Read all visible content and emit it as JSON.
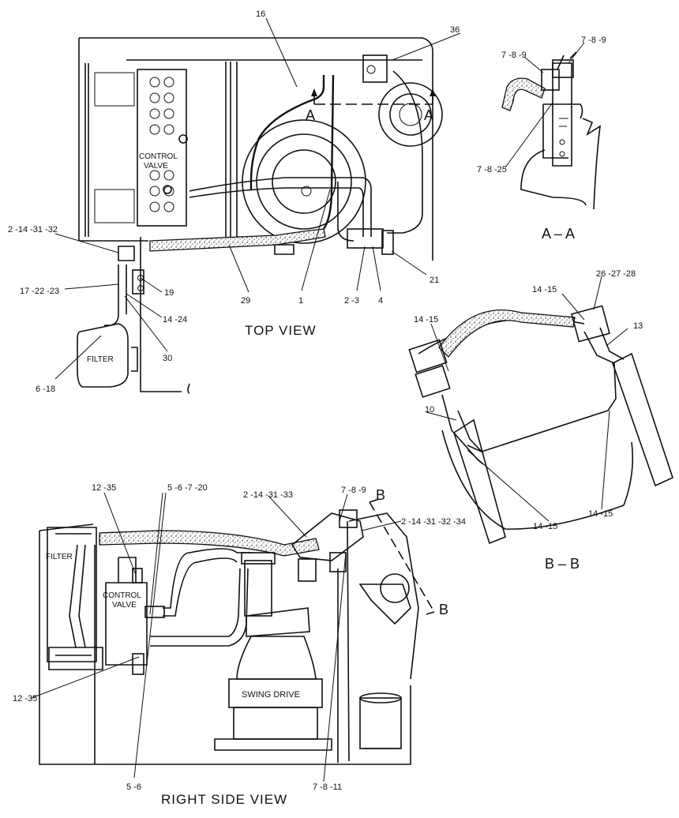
{
  "views": {
    "top": "TOP VIEW",
    "right_side": "RIGHT SIDE VIEW",
    "section_aa": "A – A",
    "section_bb": "B – B"
  },
  "section_markers": {
    "a": "A",
    "b": "B"
  },
  "components": {
    "control_valve_top_1": "CONTROL",
    "control_valve_top_2": "VALVE",
    "filter_top": "FILTER",
    "filter_side": "FILTER",
    "control_valve_side_1": "CONTROL",
    "control_valve_side_2": "VALVE",
    "swing_drive": "SWING DRIVE"
  },
  "callouts": {
    "c16": "16",
    "c36": "36",
    "c2_14_31_32_top": "2 -14 -31 -32",
    "c17_22_23": "17 -22 -23",
    "c19": "19",
    "c14_24": "14 -24",
    "c30": "30",
    "c6_18": "6 -18",
    "c29": "29",
    "c1": "1",
    "c2_3": "2 -3",
    "c4": "4",
    "c21": "21",
    "c7_8_9_a": "7 -8 -9",
    "c7_8_9_b": "7 -8 -9",
    "c7_8_25": "7 -8 -25",
    "c26_27_28": "26 -27 -28",
    "c14_15_a": "14 -15",
    "c14_15_b": "14 -15",
    "c13": "13",
    "c10": "10",
    "c14_15_c": "14 -15",
    "c14_15_d": "14 -15",
    "c12_35_top": "12 -35",
    "c5_6_7_20": "5 -6 -7 -20",
    "c2_14_31_33": "2 -14 -31 -33",
    "c7_8_9_side": "7 -8 -9",
    "c2_14_31_32_34": "2 -14 -31 -32 -34",
    "c12_35_bottom": "12 -35",
    "c5_6": "5 -6",
    "c7_8_11": "7 -8 -11"
  }
}
